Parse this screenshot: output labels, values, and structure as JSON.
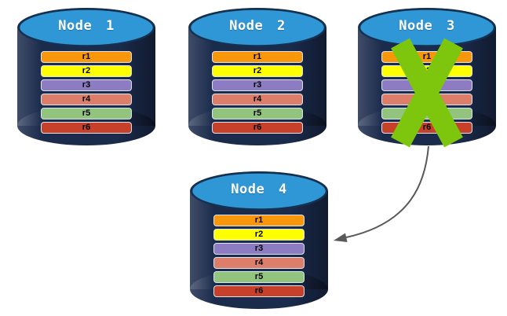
{
  "canvas": {
    "background": "#FFFFFF"
  },
  "nodes": [
    {
      "id": "node-1",
      "label": "Node 1",
      "failed": false
    },
    {
      "id": "node-2",
      "label": "Node 2",
      "failed": false
    },
    {
      "id": "node-3",
      "label": "Node 3",
      "failed": true
    },
    {
      "id": "node-4",
      "label": "Node 4",
      "failed": false
    }
  ],
  "records": [
    {
      "label": "r1",
      "color": "#F9970B"
    },
    {
      "label": "r2",
      "color": "#FFFF00"
    },
    {
      "label": "r3",
      "color": "#8E7CC3"
    },
    {
      "label": "r4",
      "color": "#DD7E6B"
    },
    {
      "label": "r5",
      "color": "#93C47D"
    },
    {
      "label": "r6",
      "color": "#C7402A"
    }
  ],
  "colors": {
    "cylinder_body": "#1B2B4C",
    "cylinder_top": "#3097D6",
    "cylinder_outline": "#15314F",
    "x_mark": "#7EC60D",
    "arrow": "#595959"
  },
  "annotations": {
    "failed_node": "Node 3",
    "x_mark_icon": "green-cross-out",
    "arrow_from": "Node 3",
    "arrow_to": "Node 4"
  }
}
